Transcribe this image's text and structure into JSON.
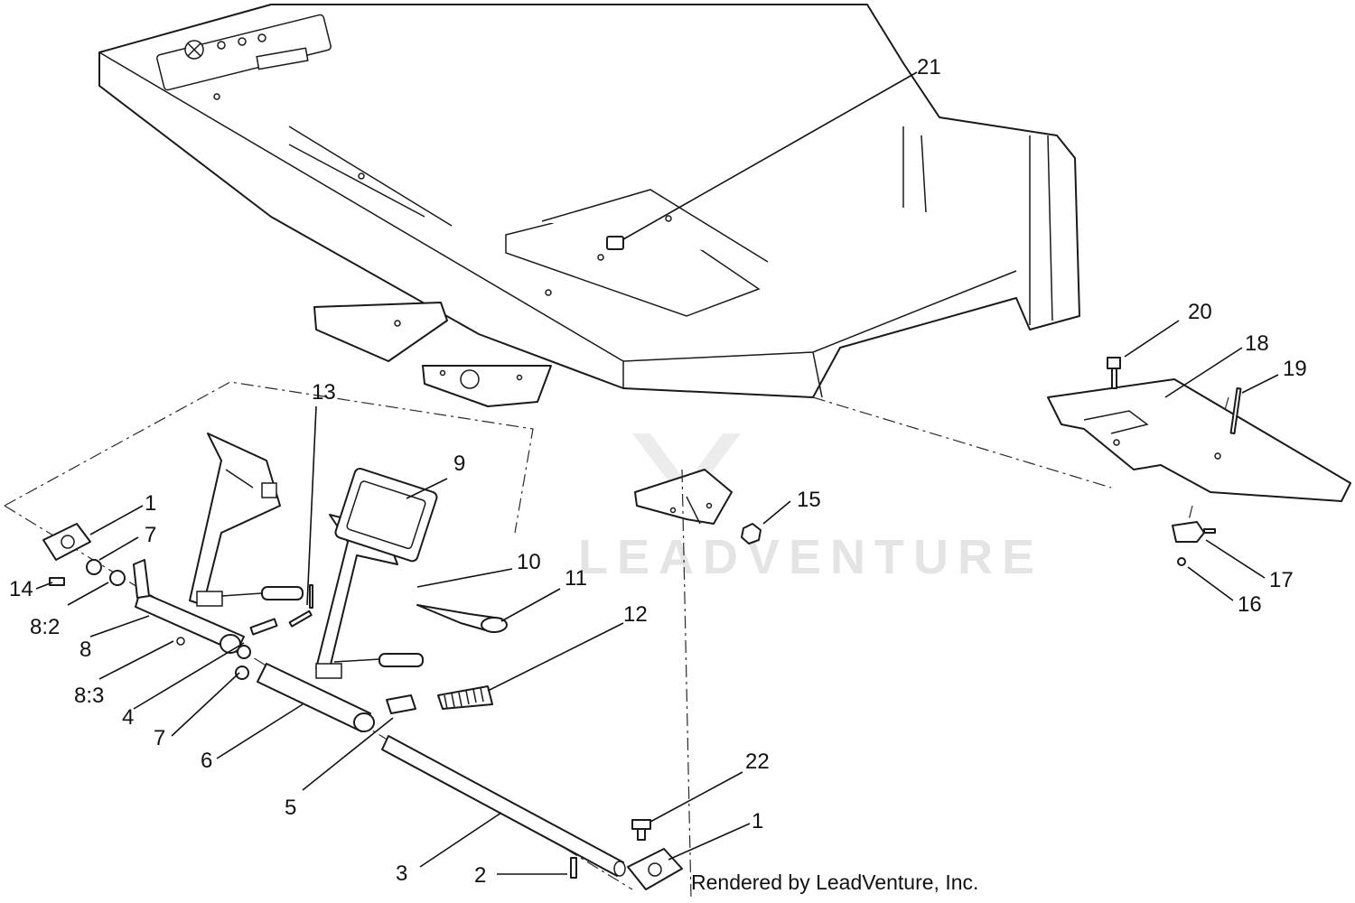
{
  "diagram": {
    "callouts": {
      "c1a": "1",
      "c1b": "1",
      "c2": "2",
      "c3": "3",
      "c4": "4",
      "c5": "5",
      "c6": "6",
      "c7a": "7",
      "c7b": "7",
      "c8": "8",
      "c8_2": "8:2",
      "c8_3": "8:3",
      "c9": "9",
      "c10": "10",
      "c11": "11",
      "c12": "12",
      "c13": "13",
      "c14": "14",
      "c15": "15",
      "c16": "16",
      "c17": "17",
      "c18": "18",
      "c19": "19",
      "c20": "20",
      "c21": "21",
      "c22": "22"
    },
    "watermark": "LEADVENTURE",
    "credit": "Rendered by LeadVenture, Inc."
  }
}
